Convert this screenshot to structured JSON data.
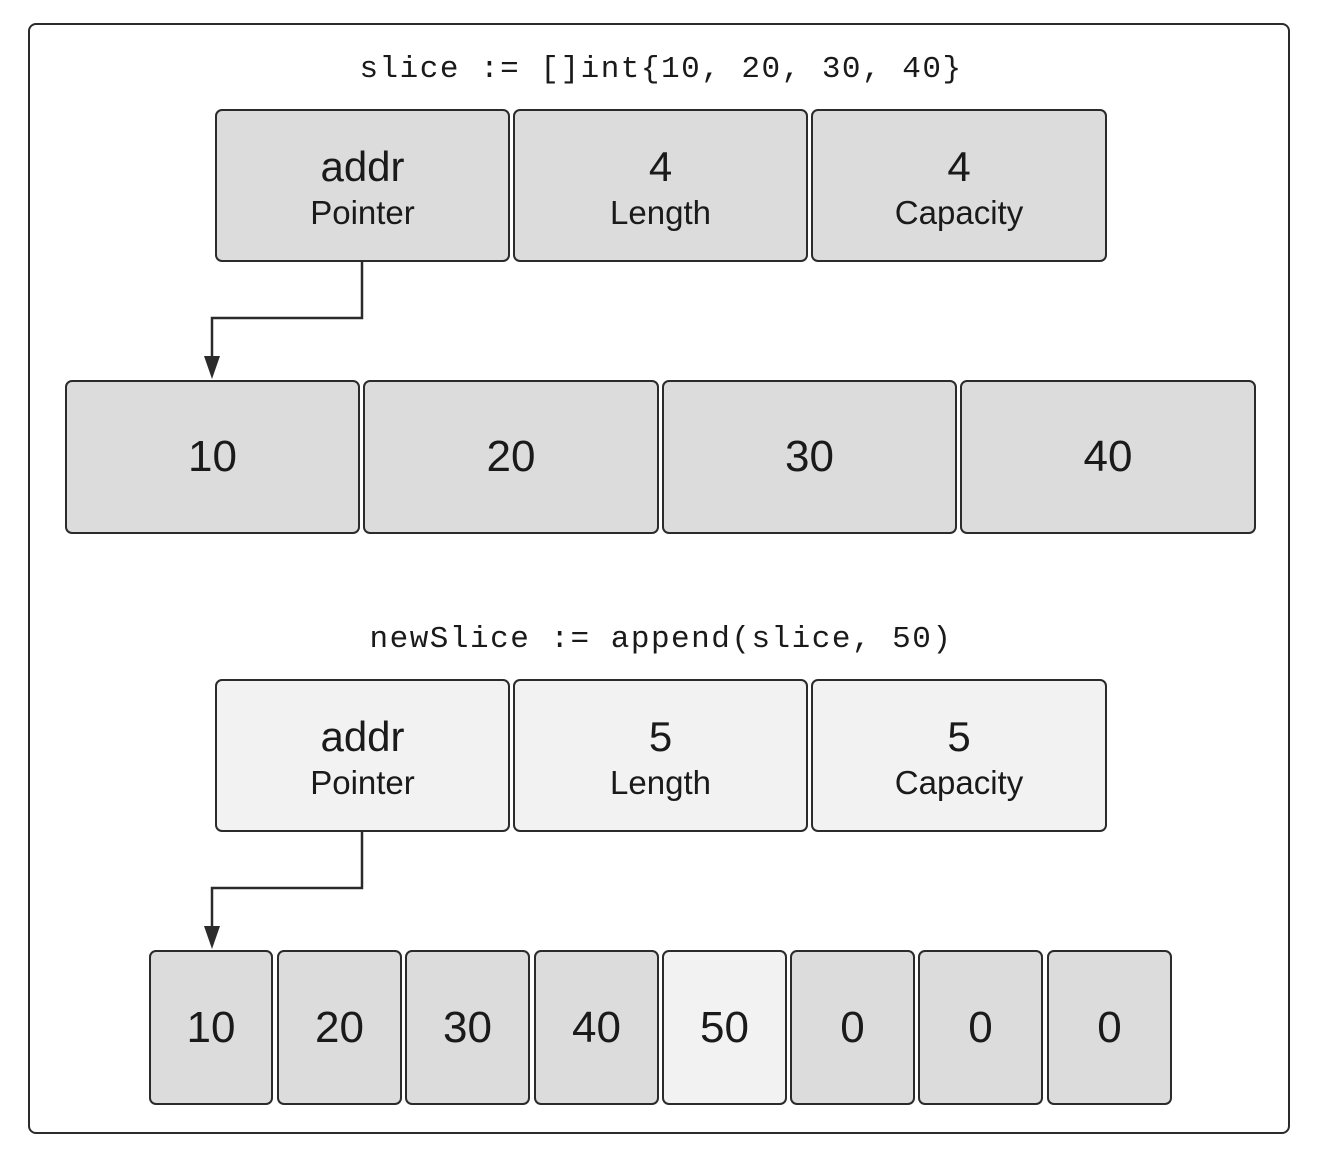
{
  "top": {
    "code": "slice := []int{10, 20, 30, 40}",
    "header": [
      {
        "value": "addr",
        "label": "Pointer"
      },
      {
        "value": "4",
        "label": "Length"
      },
      {
        "value": "4",
        "label": "Capacity"
      }
    ],
    "array": [
      "10",
      "20",
      "30",
      "40"
    ]
  },
  "bottom": {
    "code": "newSlice := append(slice, 50)",
    "header": [
      {
        "value": "addr",
        "label": "Pointer"
      },
      {
        "value": "5",
        "label": "Length"
      },
      {
        "value": "5",
        "label": "Capacity"
      }
    ],
    "array": [
      "10",
      "20",
      "30",
      "40",
      "50",
      "0",
      "0",
      "0"
    ],
    "highlight_index": 4
  },
  "colors": {
    "dark_fill": "#dcdcdd",
    "light_fill": "#f1f2f1",
    "stroke": "#2b2b2b"
  }
}
